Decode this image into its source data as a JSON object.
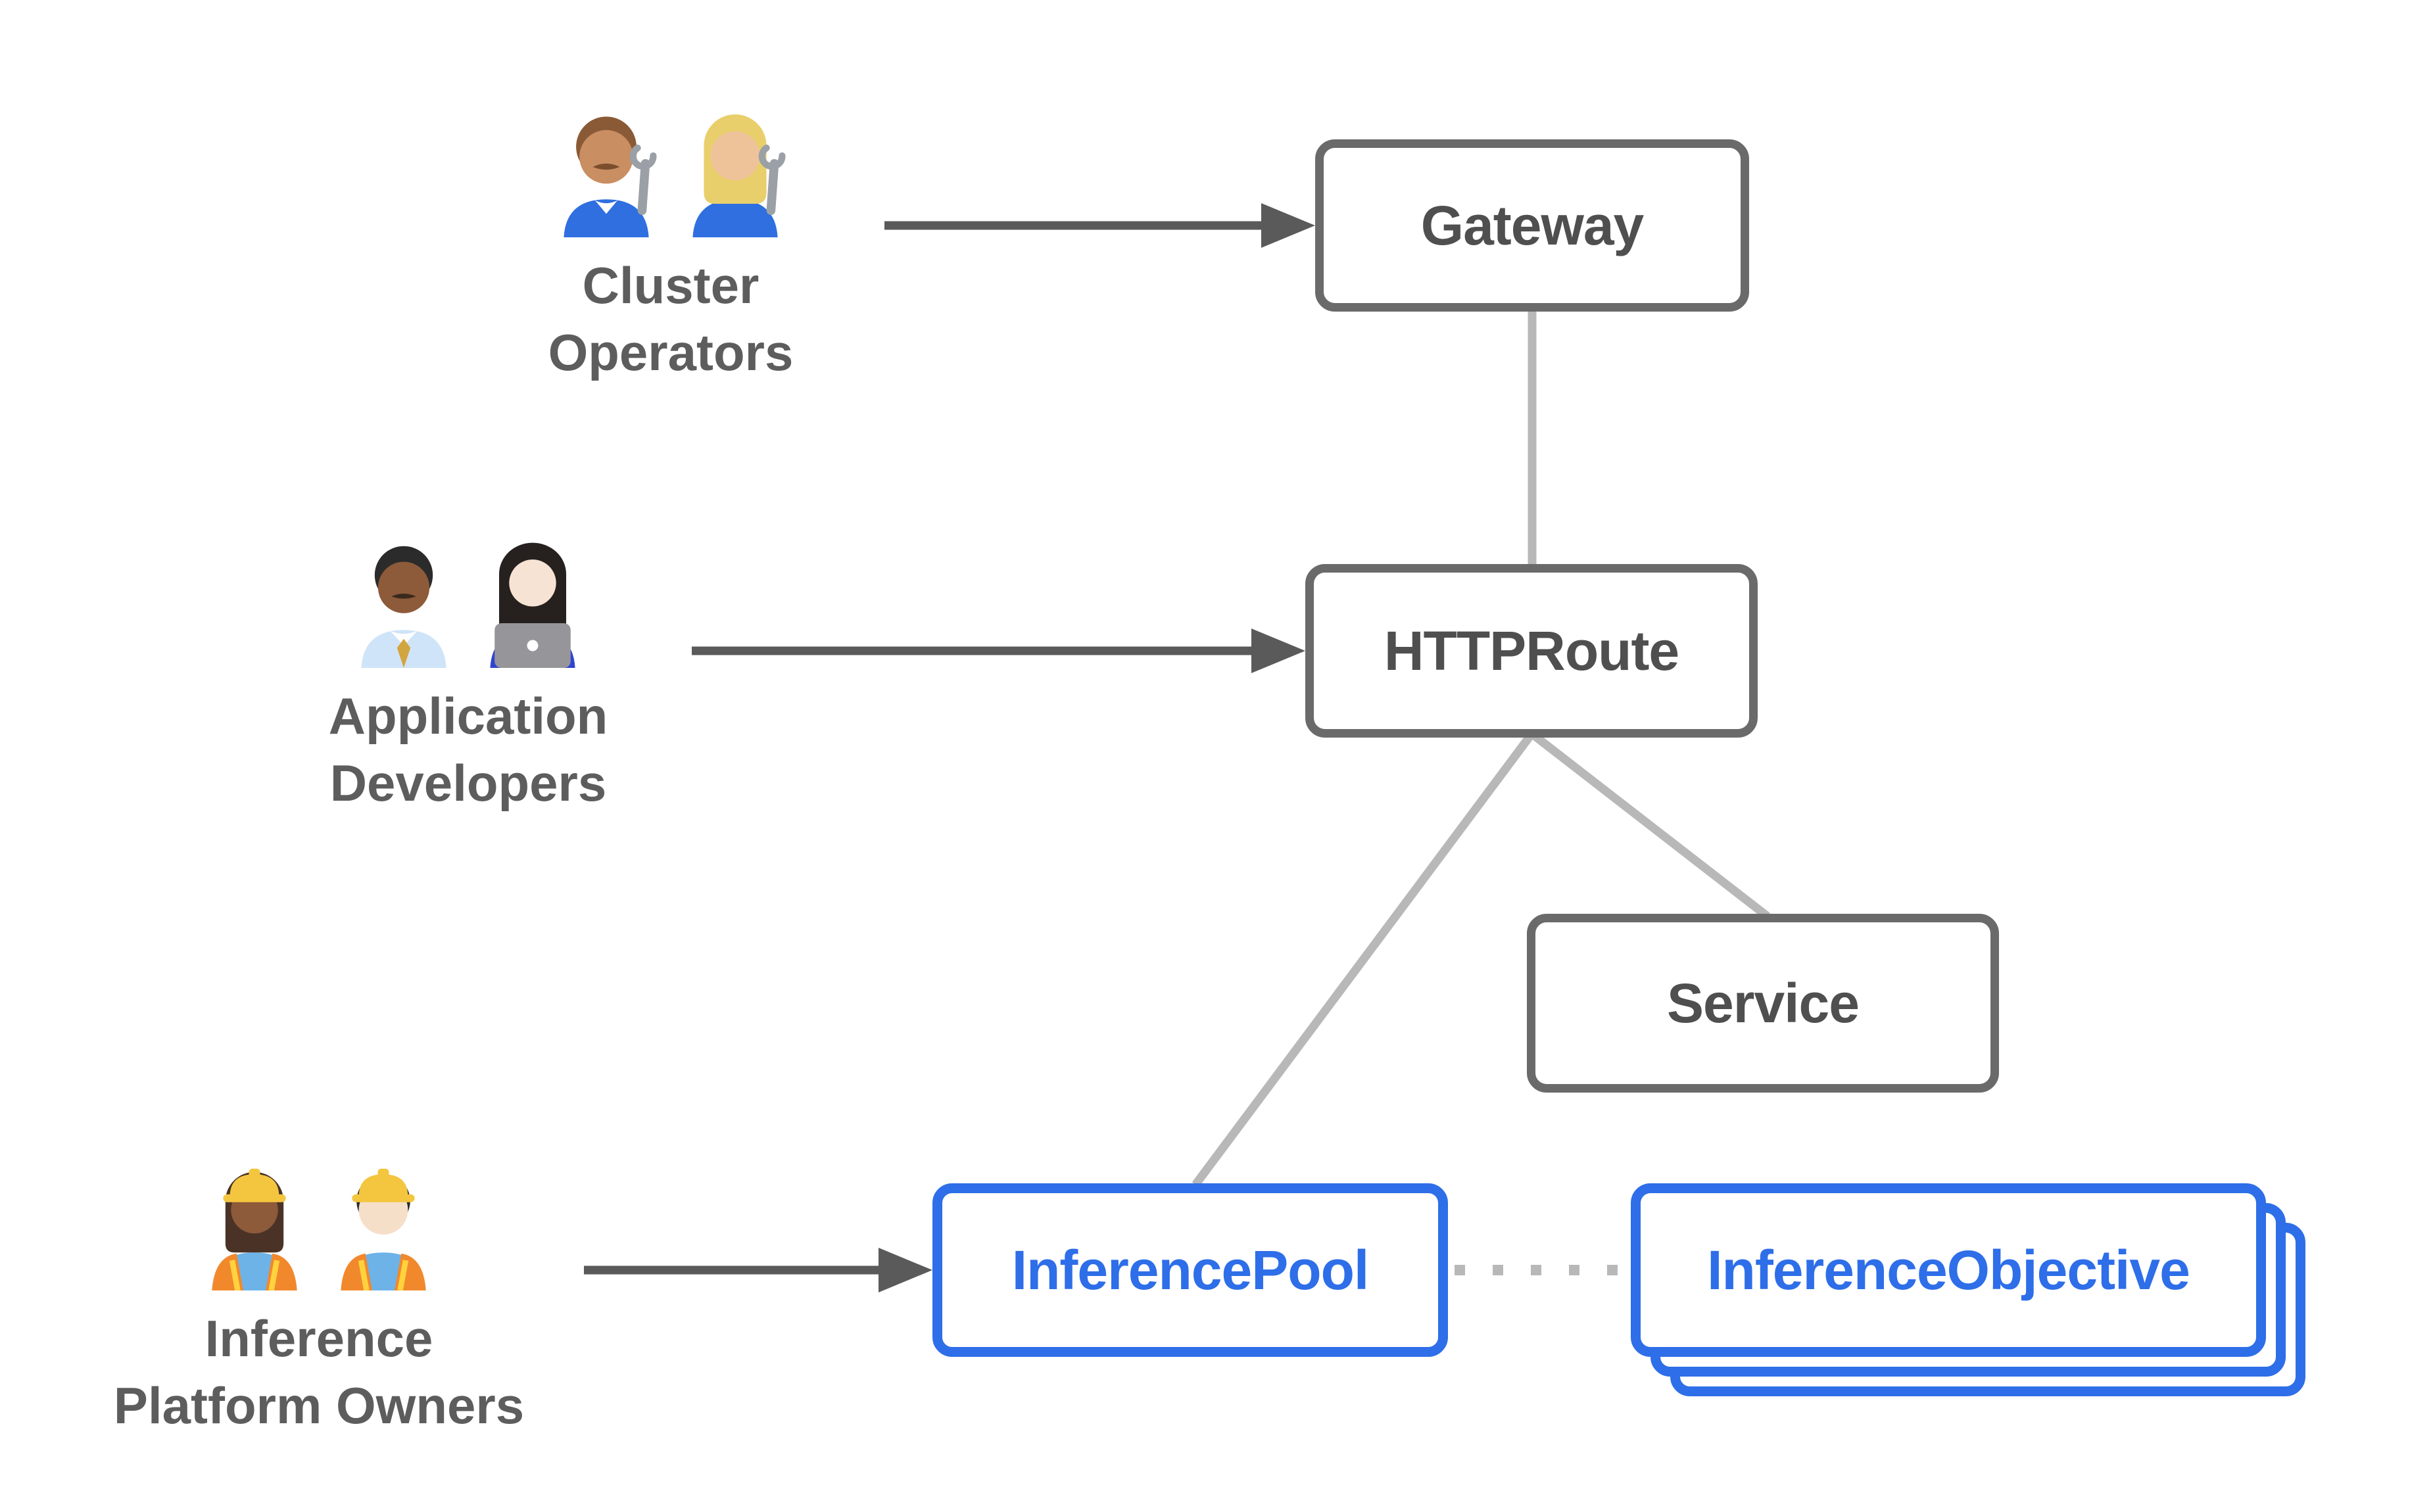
{
  "colors": {
    "node_border": "#6a6a6a",
    "node_text": "#4f4f4f",
    "persona_text": "#5d5d5d",
    "accent_blue": "#2e6ee8",
    "arrow": "#5a5a5a",
    "connector": "#b8b8b8"
  },
  "nodes": {
    "gateway": "Gateway",
    "httproute": "HTTPRoute",
    "service": "Service",
    "inference_pool": "InferencePool",
    "inference_objective": "InferenceObjective"
  },
  "personas": {
    "cluster_operators": {
      "line1": "Cluster",
      "line2": "Operators",
      "emojis": [
        "man-mechanic",
        "woman-mechanic"
      ]
    },
    "application_developers": {
      "line1": "Application",
      "line2": "Developers",
      "emojis": [
        "man-office-worker",
        "woman-technologist"
      ]
    },
    "inference_platform_owners": {
      "line1": "Inference",
      "line2": "Platform Owners",
      "emojis": [
        "woman-construction-worker",
        "man-construction-worker"
      ]
    }
  }
}
